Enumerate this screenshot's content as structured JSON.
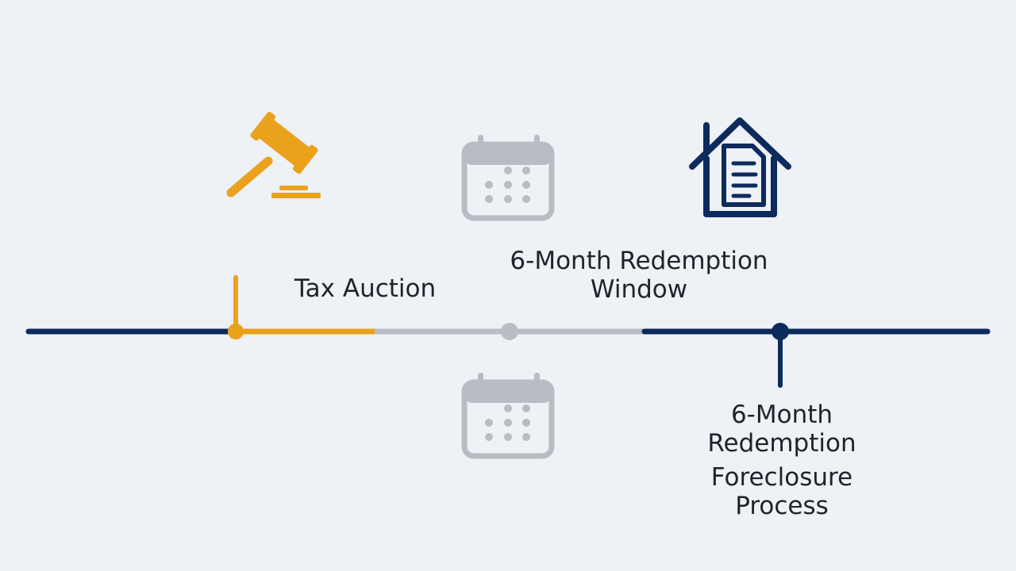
{
  "colors": {
    "background": "#eef1f5",
    "auction": "#eaa21c",
    "redemption": "#b9bcc2",
    "foreclosure": "#0d2a5c",
    "text": "#1f232a"
  },
  "icons": {
    "auction": "gavel-icon",
    "redemption_top": "calendar-icon",
    "redemption_bottom": "calendar-icon",
    "foreclosure": "house-document-icon"
  },
  "labels": {
    "auction": "Tax Auction",
    "window_line1": "6-Month Redemption",
    "window_line2": "Window",
    "foreclosure_a_line1": "6-Month",
    "foreclosure_a_line2": "Redemption",
    "foreclosure_b_line1": "Foreclosure",
    "foreclosure_b_line2": "Process"
  }
}
